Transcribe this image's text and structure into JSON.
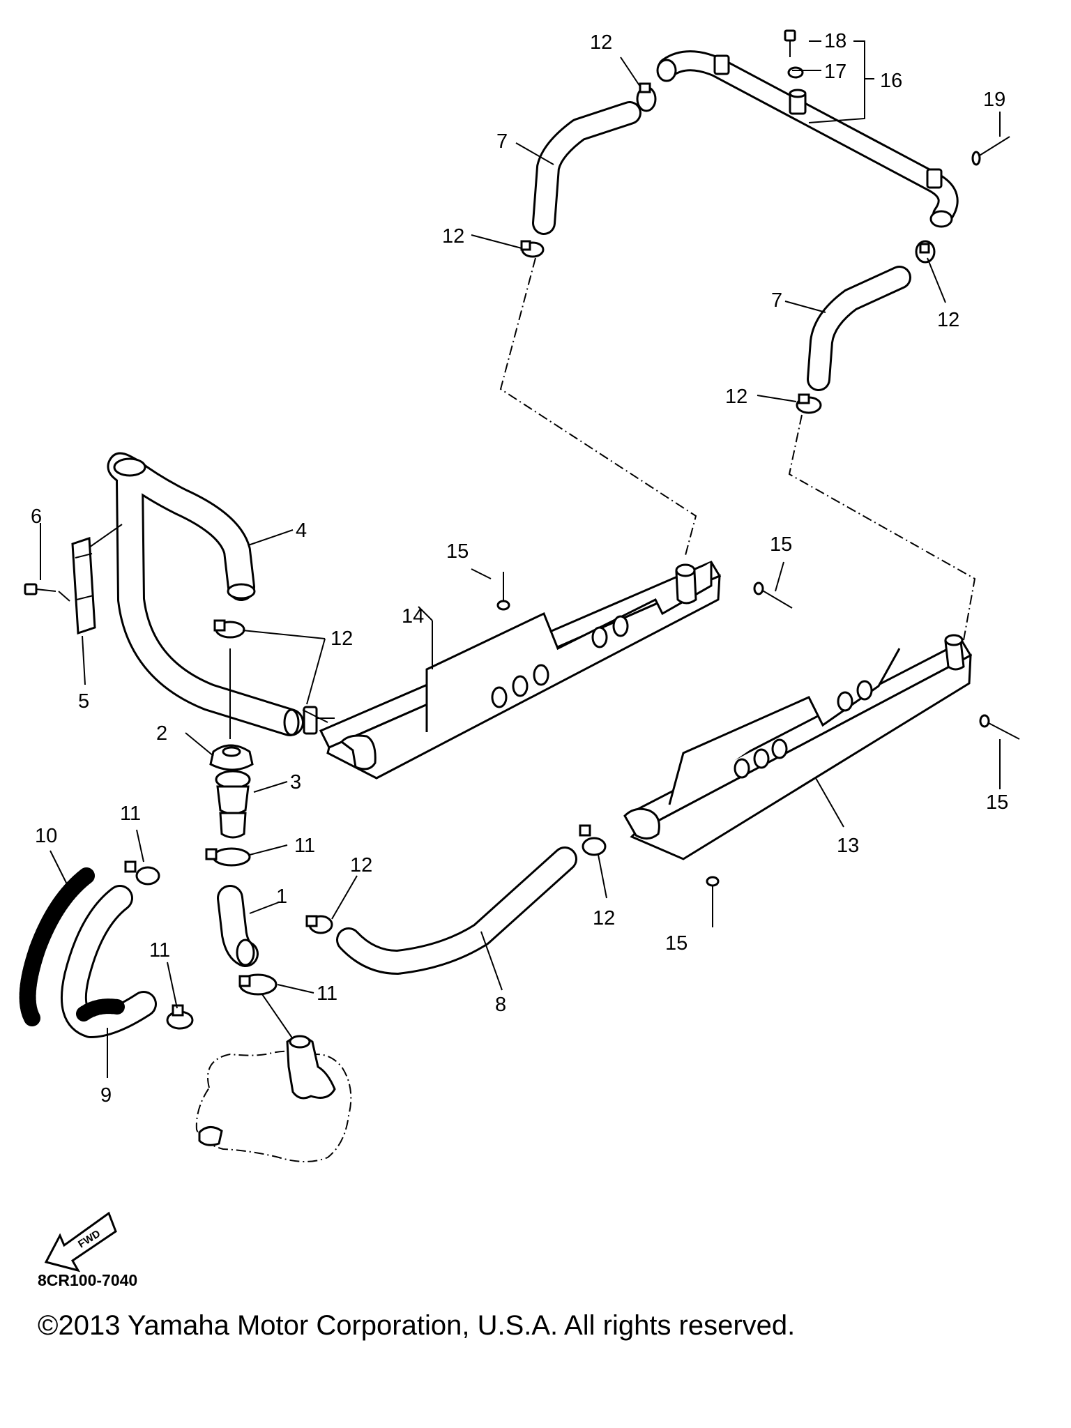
{
  "diagram": {
    "callouts": [
      {
        "id": "c1",
        "label": "1"
      },
      {
        "id": "c2",
        "label": "2"
      },
      {
        "id": "c3",
        "label": "3"
      },
      {
        "id": "c4",
        "label": "4"
      },
      {
        "id": "c5",
        "label": "5"
      },
      {
        "id": "c6",
        "label": "6"
      },
      {
        "id": "c7a",
        "label": "7"
      },
      {
        "id": "c7b",
        "label": "7"
      },
      {
        "id": "c8",
        "label": "8"
      },
      {
        "id": "c9",
        "label": "9"
      },
      {
        "id": "c10",
        "label": "10"
      },
      {
        "id": "c11a",
        "label": "11"
      },
      {
        "id": "c11b",
        "label": "11"
      },
      {
        "id": "c11c",
        "label": "11"
      },
      {
        "id": "c11d",
        "label": "11"
      },
      {
        "id": "c12a",
        "label": "12"
      },
      {
        "id": "c12b",
        "label": "12"
      },
      {
        "id": "c12c",
        "label": "12"
      },
      {
        "id": "c12d",
        "label": "12"
      },
      {
        "id": "c12e",
        "label": "12"
      },
      {
        "id": "c12f",
        "label": "12"
      },
      {
        "id": "c12g",
        "label": "12"
      },
      {
        "id": "c13",
        "label": "13"
      },
      {
        "id": "c14",
        "label": "14"
      },
      {
        "id": "c15a",
        "label": "15"
      },
      {
        "id": "c15b",
        "label": "15"
      },
      {
        "id": "c15c",
        "label": "15"
      },
      {
        "id": "c15d",
        "label": "15"
      },
      {
        "id": "c16",
        "label": "16"
      },
      {
        "id": "c17",
        "label": "17"
      },
      {
        "id": "c18",
        "label": "18"
      },
      {
        "id": "c19",
        "label": "19"
      }
    ],
    "fwd_arrow_text": "FWD",
    "diagram_code": "8CR100-7040",
    "copyright": "©2013 Yamaha Motor Corporation, U.S.A. All rights reserved."
  }
}
